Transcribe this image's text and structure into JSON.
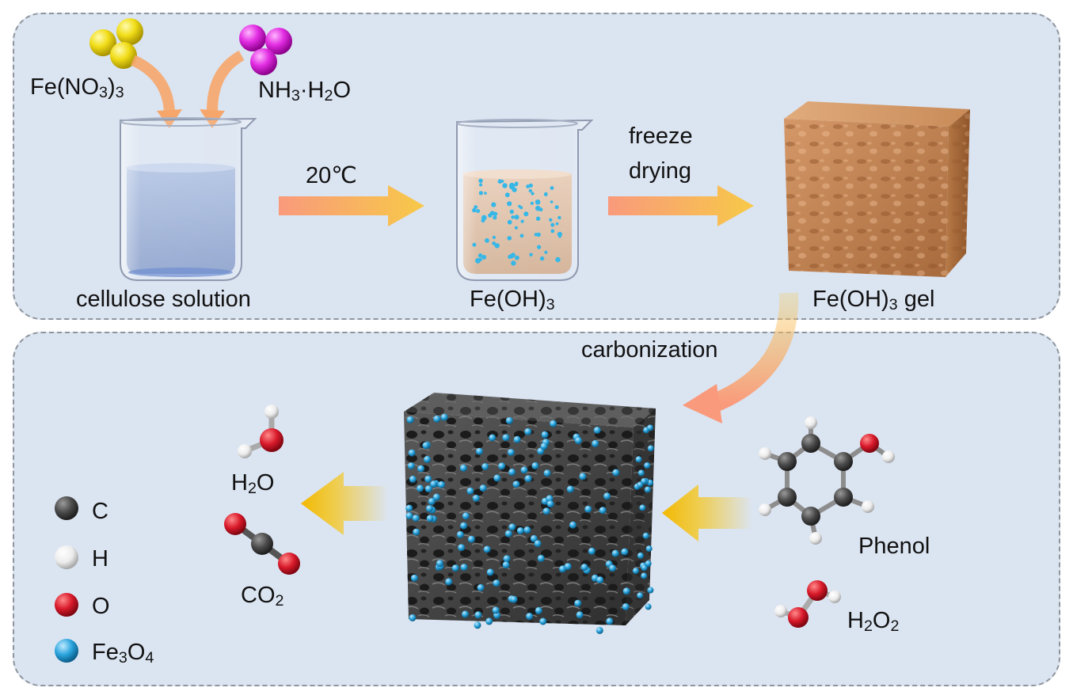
{
  "top": {
    "reagent1": {
      "base": "Fe(NO",
      "sub": "3",
      "end": ")",
      "sub2": "3"
    },
    "reagent2": {
      "a": "NH",
      "sub1": "3",
      "b": "·H",
      "sub2": "2",
      "c": "O"
    },
    "step1_condition": "20℃",
    "step2_condition_line1": "freeze",
    "step2_condition_line2": "drying",
    "beaker1_label": "cellulose solution",
    "beaker2_label": {
      "base": "Fe(OH)",
      "sub": "3"
    },
    "gel_label": {
      "base": "Fe(OH)",
      "sub": "3",
      "end": " gel"
    }
  },
  "bottom": {
    "step3_condition": "carbonization",
    "product_h2o": {
      "a": "H",
      "sub": "2",
      "b": "O"
    },
    "product_co2": {
      "a": "CO",
      "sub": "2"
    },
    "reactant_phenol": "Phenol",
    "reactant_h2o2": {
      "a": "H",
      "sub1": "2",
      "b": "O",
      "sub2": "2"
    },
    "legend": [
      {
        "key": "C",
        "color": "#4a4a4a"
      },
      {
        "key": "H",
        "color": "#f2f2f2"
      },
      {
        "key": "O",
        "color": "#d8192a"
      },
      {
        "key": "Fe3O4",
        "base": "Fe",
        "sub1": "3",
        "b": "O",
        "sub2": "4",
        "color": "#29a3dc"
      }
    ]
  },
  "colors": {
    "panel_bg": "#dbe4f1",
    "orange_arrow_start": "#f99a7c",
    "orange_arrow_end": "#f7c948",
    "yellow_arrow": "#f5c518",
    "gel_brown": "#c8895a",
    "carbon_gray": "#4a4a4a",
    "fe3o4_blue": "#29a3dc"
  }
}
